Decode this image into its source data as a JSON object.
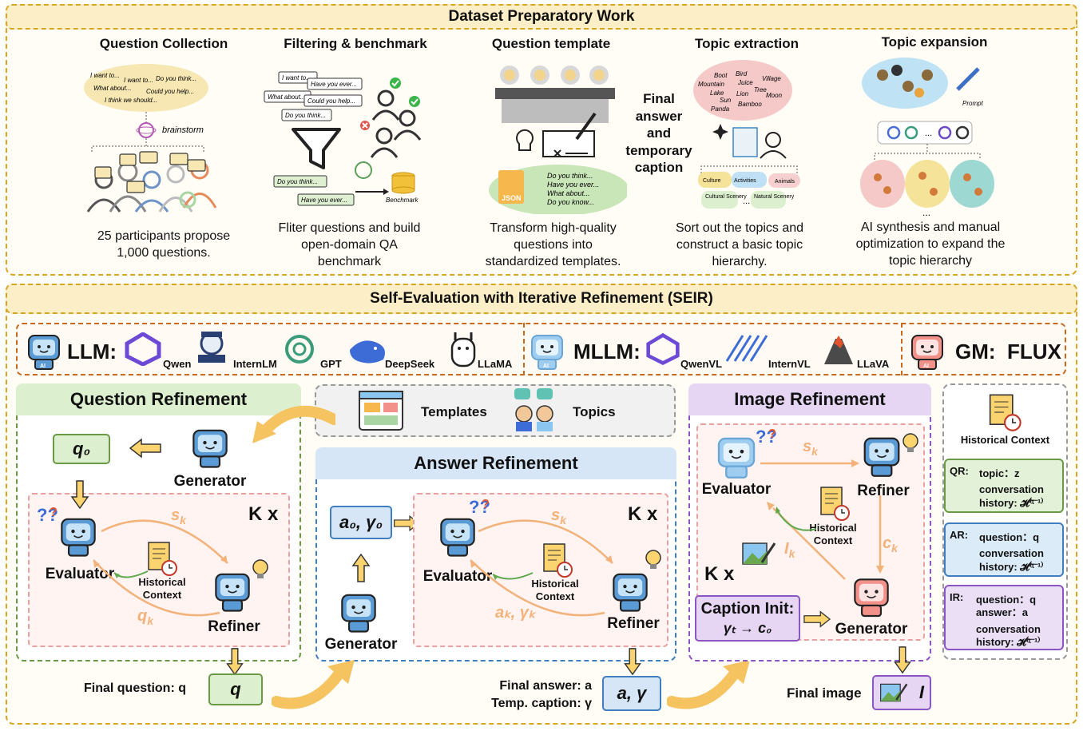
{
  "top": {
    "title": "Dataset Preparatory Work",
    "columns": [
      {
        "heading": "Question Collection",
        "desc_lines": [
          "25 participants propose",
          "1,000 questions."
        ]
      },
      {
        "heading": "Filtering & benchmark",
        "desc_lines": [
          "Fliter questions and build",
          "open-domain QA",
          "benchmark"
        ]
      },
      {
        "heading": "Question template",
        "desc_lines": [
          "Transform high-quality",
          "questions into",
          "standardized templates."
        ]
      },
      {
        "heading": "Topic extraction",
        "desc_lines": [
          "Sort out the topics and",
          "construct a basic topic",
          "hierarchy."
        ]
      },
      {
        "heading": "Topic expansion",
        "desc_lines": [
          "AI synthesis and manual",
          "optimization to expand the",
          "topic hierarchy"
        ]
      }
    ],
    "final_answer_caption": [
      "Final",
      "answer",
      "and",
      "temporary",
      "caption"
    ],
    "bubbles_collect": [
      "I want to...",
      "I want to...",
      "Do you think...",
      "What about...",
      "Could you help...",
      "I think we should..."
    ],
    "brainstorm": "brainstorm",
    "bubbles_filter": [
      "I want to...",
      "Have you ever...",
      "What about...",
      "Could you help...",
      "Do you think...",
      "Do you think...",
      "Have you ever..."
    ],
    "benchmark": "Benchmark",
    "template_bubbles": [
      "Do you think...",
      "Have you ever...",
      "What about...",
      "Do you know..."
    ],
    "json_label": "JSON",
    "topic_words": [
      "Boot",
      "Bird",
      "Mountain",
      "Juice",
      "Village",
      "Lake",
      "Tree",
      "Sun",
      "Lion",
      "Moon",
      "Panda",
      "Bamboo"
    ],
    "topic_tags": [
      "Culture",
      "Activities",
      "Animals",
      "Cultural Scenery",
      "...",
      "Natural Scenery"
    ],
    "prompt_label": "Prompt",
    "ellipsis": "..."
  },
  "seir": {
    "title": "Self-Evaluation with Iterative Refinement (SEIR)",
    "llm": {
      "label": "LLM:",
      "models": [
        "Qwen",
        "InternLM",
        "GPT",
        "DeepSeek",
        "LLaMA"
      ]
    },
    "mllm": {
      "label": "MLLM:",
      "models": [
        "QwenVL",
        "InternVL",
        "LLaVA"
      ]
    },
    "gm": {
      "label": "GM:  FLUX"
    },
    "ai": "AI"
  },
  "question_refinement": {
    "title": "Question Refinement",
    "q0": "q₀",
    "generator": "Generator",
    "evaluator": "Evaluator",
    "refiner": "Refiner",
    "historical_context": [
      "Historical",
      "Context"
    ],
    "sk": "s",
    "sk_sub": "k",
    "qk": "q",
    "qk_sub": "k",
    "kx": "K x",
    "final_label": "Final question: q",
    "final_box": "q"
  },
  "middle_top": {
    "templates": "Templates",
    "topics": "Topics"
  },
  "answer_refinement": {
    "title": "Answer Refinement",
    "a0": "a₀, γ₀",
    "generator": "Generator",
    "evaluator": "Evaluator",
    "refiner": "Refiner",
    "historical_context": [
      "Historical",
      "Context"
    ],
    "sk": "s",
    "sk_sub": "k",
    "ak": "aₖ, γₖ",
    "kx": "K x",
    "final_label_1": "Final answer: a",
    "final_label_2": "Temp. caption: γ",
    "final_box": "a, γ"
  },
  "image_refinement": {
    "title": "Image Refinement",
    "evaluator": "Evaluator",
    "refiner": "Refiner",
    "generator": "Generator",
    "historical_context": [
      "Historical",
      "Context"
    ],
    "sk": "s",
    "sk_sub": "k",
    "ck": "c",
    "ck_sub": "k",
    "ik": "I",
    "ik_sub": "k",
    "kx": "K x",
    "caption_init_1": "Caption Init:",
    "caption_init_2": "γₜ → c₀",
    "final_label": "Final image",
    "final_box": "I"
  },
  "history_panel": {
    "title": "Historical Context",
    "qr": {
      "tag": "QR:",
      "line1": "topic：z",
      "line2": "conversation",
      "line3": "history: 𝓗⁽ᵗ⁻¹⁾"
    },
    "ar": {
      "tag": "AR:",
      "line1": "question：q",
      "line2": "conversation",
      "line3": "history: 𝓗⁽ᵗ⁻¹⁾"
    },
    "ir": {
      "tag": "IR:",
      "line1": "question：q",
      "line1b": "answer：a",
      "line2": "conversation",
      "line3": "history: 𝓗⁽ᵗ⁻¹⁾"
    }
  },
  "colors": {
    "gold": "#d8a623",
    "green": "#6a9a45",
    "blue": "#3f7fbf",
    "purple": "#8b56c4",
    "orange": "#f2b27a",
    "red_dash": "#e8a1a1"
  }
}
